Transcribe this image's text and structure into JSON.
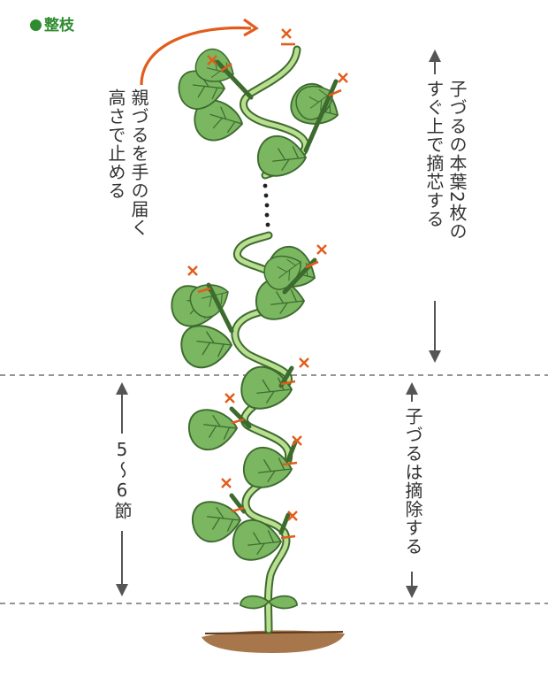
{
  "title": "整枝",
  "labels": {
    "parent_vine": [
      "親づるを手の届く",
      "高さで止める"
    ],
    "top_pinch": [
      "子づるの本葉2枚の",
      "すぐ上で摘芯する"
    ],
    "bottom_remove": "子づるは摘除する",
    "nodes": [
      "5",
      "〜",
      "6",
      "節"
    ]
  },
  "colors": {
    "leaf": "#7bb661",
    "leaf_dark": "#4c8a3a",
    "cut_mark": "#e25c1b",
    "arrow": "#555555",
    "soil": "#a7764a"
  },
  "icons": [
    "curved-arrow-icon",
    "cut-mark-icon",
    "leaf-icon"
  ]
}
